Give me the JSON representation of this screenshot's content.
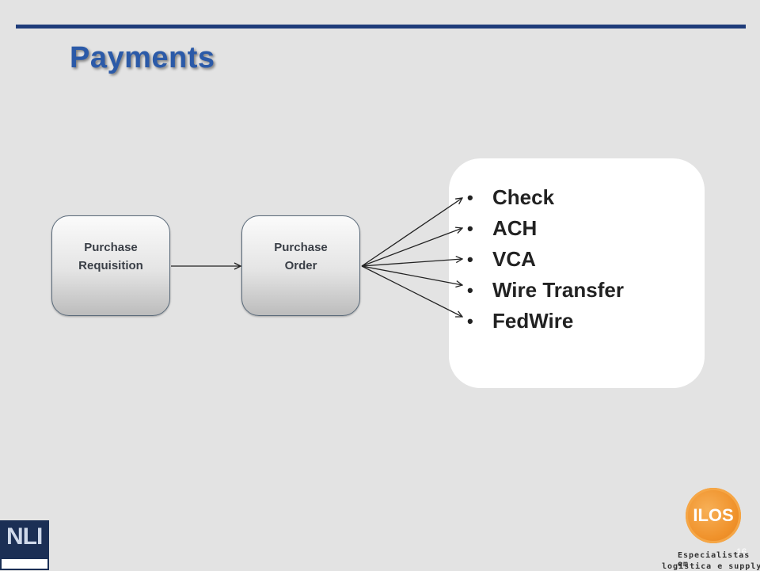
{
  "title": "Payments",
  "nodes": [
    {
      "line1": "Purchase",
      "line2": "Requisition"
    },
    {
      "line1": "Purchase",
      "line2": "Order"
    }
  ],
  "payment_methods": [
    "Check",
    "ACH",
    "VCA",
    "Wire Transfer",
    "FedWire"
  ],
  "logos": {
    "left_logo_text": "NLI",
    "ilos_text": "ILOS",
    "tagline_line1": "Especialistas em",
    "tagline_line2": "logística e supply chain"
  },
  "page_number": "16",
  "colors": {
    "title": "#2b5aa8",
    "rule": "#1f3c7a",
    "ilos_orange": "#f0922b"
  }
}
